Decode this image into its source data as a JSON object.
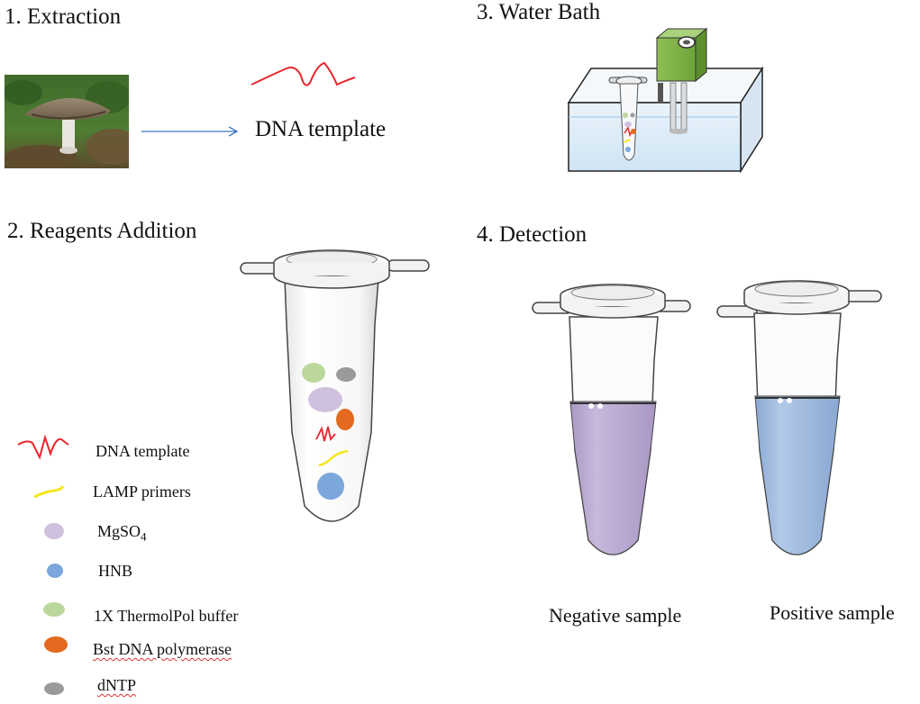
{
  "steps": {
    "s1": "1. Extraction",
    "s2": "2. Reagents Addition",
    "s3": "3. Water Bath",
    "s4": "4. Detection"
  },
  "extraction": {
    "product": "DNA template"
  },
  "legend": [
    {
      "label": "DNA template",
      "icon": "dna-squiggle",
      "color": "#e8262b"
    },
    {
      "label": "LAMP primers",
      "icon": "primer-line",
      "color": "#f3e61a"
    },
    {
      "label": "MgSO",
      "sub": "4",
      "icon": "circle",
      "color": "#cfc0dd"
    },
    {
      "label": "HNB",
      "icon": "circle",
      "color": "#7ba7dc"
    },
    {
      "label": "1X ThermolPol buffer",
      "icon": "circle",
      "color": "#bcd79b"
    },
    {
      "label": "Bst DNA polymerase",
      "icon": "circle",
      "color": "#e36a1e"
    },
    {
      "label": "dNTP",
      "icon": "circle",
      "color": "#9a9a9a"
    }
  ],
  "detection": {
    "negative": {
      "label": "Negative sample",
      "color": "#b7a9d1"
    },
    "positive": {
      "label": "Positive sample",
      "color": "#9bb8de"
    }
  }
}
